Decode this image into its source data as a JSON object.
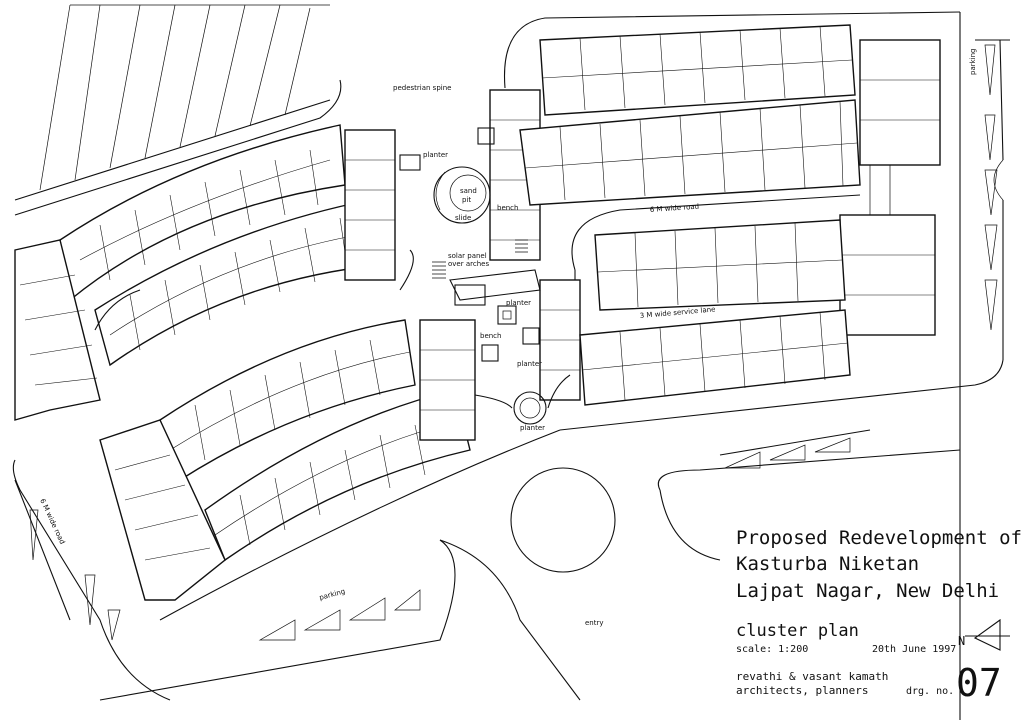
{
  "labels": {
    "pedestrian_spine": "pedestrian spine",
    "planter": "planter",
    "sand_pit_1": "sand",
    "sand_pit_2": "pit",
    "slide": "slide",
    "bench": "bench",
    "solar_panel_1": "solar panel",
    "solar_panel_2": "over arches",
    "road_6m": "6 M wide road",
    "service_lane": "3 M wide service lane",
    "parking": "parking",
    "entry": "entry"
  },
  "title_block": {
    "line1": "Proposed Redevelopment of",
    "line2": "Kasturba Niketan",
    "line3": "Lajpat Nagar, New Delhi",
    "drawing_title": "cluster plan",
    "scale": "scale: 1:200",
    "date": "20th June 1997",
    "firm_line1": "revathi & vasant kamath",
    "firm_line2": "architects, planners",
    "drg_label": "drg. no.",
    "drg_number": "07",
    "north_mark": "N"
  }
}
